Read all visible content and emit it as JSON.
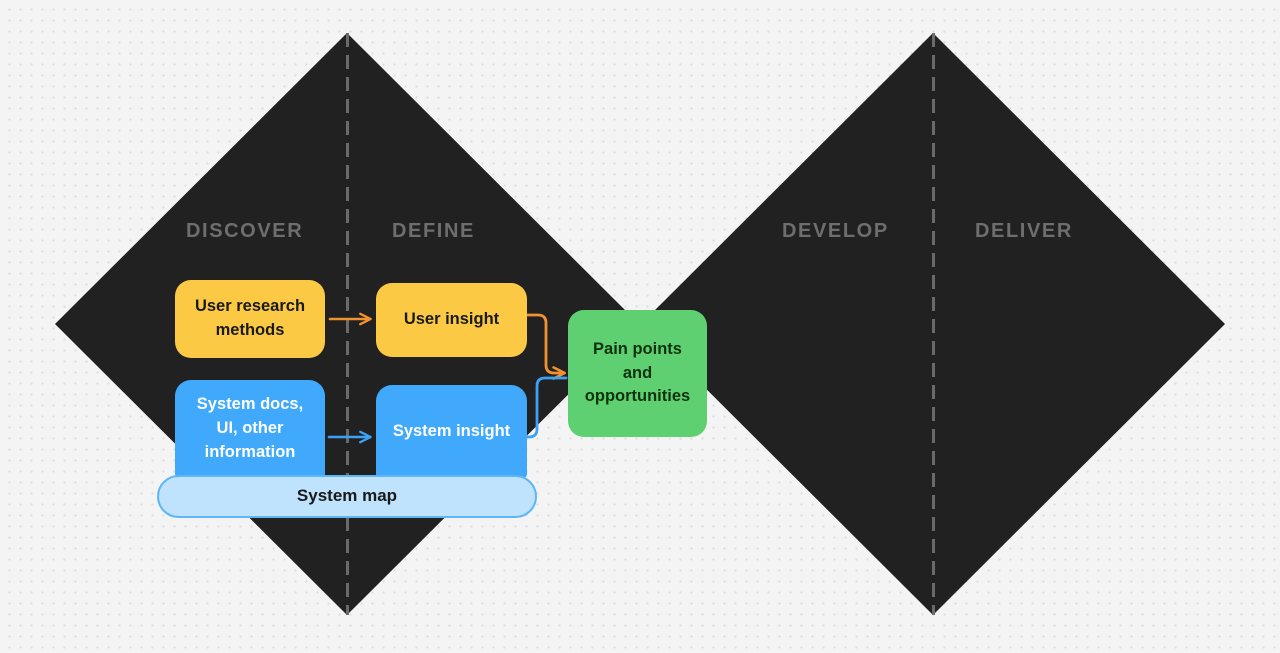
{
  "diagram": {
    "title": "Double Diamond design process with research and insight flow",
    "background_color": "#f4f4f4",
    "diamond_color": "#212121"
  },
  "phases": [
    {
      "id": "discover",
      "label": "DISCOVER"
    },
    {
      "id": "define",
      "label": "DEFINE"
    },
    {
      "id": "develop",
      "label": "DEVELOP"
    },
    {
      "id": "deliver",
      "label": "DELIVER"
    }
  ],
  "nodes": {
    "user_research": {
      "label": "User research methods",
      "color": "#FBC943",
      "text_color": "#1a1a1a"
    },
    "system_docs": {
      "label": "System docs, UI, other information",
      "color": "#40A9FC",
      "text_color": "#ffffff"
    },
    "user_insight": {
      "label": "User insight",
      "color": "#FBC943",
      "text_color": "#1a1a1a"
    },
    "system_insight": {
      "label": "System insight",
      "color": "#40A9FC",
      "text_color": "#ffffff"
    },
    "pain_points": {
      "label": "Pain points and opportunities",
      "color": "#5FD071",
      "text_color": "#10320f"
    },
    "system_map": {
      "label": "System map",
      "color": "#BFE2FD",
      "border_color": "#5CB6F7",
      "text_color": "#1a1a1a"
    }
  },
  "connectors": [
    {
      "id": "research-to-user-insight",
      "from": "user_research",
      "to": "user_insight",
      "color": "#F0922F",
      "style": "straight-arrow"
    },
    {
      "id": "docs-to-system-insight",
      "from": "system_docs",
      "to": "system_insight",
      "color": "#3BA2F5",
      "style": "straight-arrow"
    },
    {
      "id": "user-insight-to-pain-points",
      "from": "user_insight",
      "to": "pain_points",
      "color": "#F0922F",
      "style": "elbow-arrow"
    },
    {
      "id": "system-insight-to-pain-points",
      "from": "system_insight",
      "to": "pain_points",
      "color": "#3BA2F5",
      "style": "elbow"
    }
  ],
  "dividers": [
    {
      "id": "divider-discover-define",
      "color": "#6a6a6a",
      "style": "dashed"
    },
    {
      "id": "divider-develop-deliver",
      "color": "#6a6a6a",
      "style": "dashed"
    }
  ]
}
